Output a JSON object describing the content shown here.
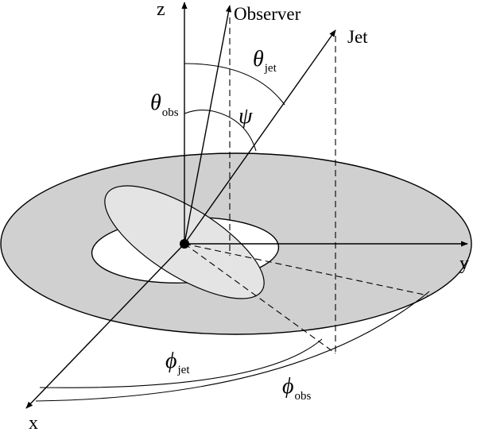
{
  "diagram": {
    "labels": {
      "z_axis": "z",
      "y_axis": "y",
      "x_axis": "x",
      "observer": "Observer",
      "jet": "Jet",
      "theta_jet_symbol": "θ",
      "theta_jet_sub": "jet",
      "theta_obs_symbol": "θ",
      "theta_obs_sub": "obs",
      "psi_symbol": "ψ",
      "phi_jet_symbol": "ϕ",
      "phi_jet_sub": "jet",
      "phi_obs_symbol": "ϕ",
      "phi_obs_sub": "obs"
    },
    "colors": {
      "line": "#000000",
      "disk_fill": "#d0d0d0",
      "hole_fill": "#ffffff",
      "tilted_disk_fill": "#e4e4e4",
      "background": "#ffffff"
    }
  }
}
